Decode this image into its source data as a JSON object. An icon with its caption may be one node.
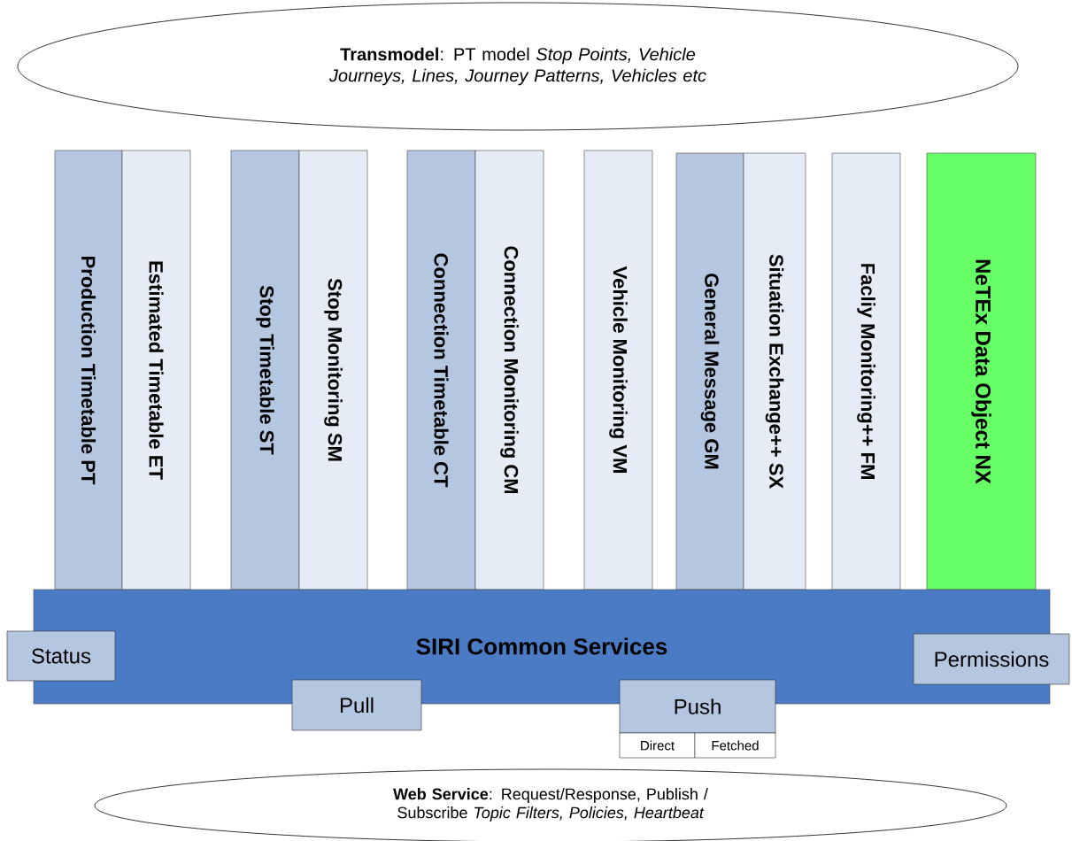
{
  "diagram": {
    "nodes": [
      {
        "text": [
          "**Transmodel**: PT model *Stop Points, Vehicle Journeys, Lines, Journey Patterns, Vehicles etc*"
        ]
      },
      {
        "text": [
          "Production Timetable PT"
        ]
      },
      {
        "text": [
          "Estimated Timetable ET"
        ]
      },
      {
        "text": [
          "Stop Timetable ST"
        ]
      },
      {
        "text": [
          "Stop Monitoring SM"
        ]
      },
      {
        "text": [
          "Connection Timetable CT"
        ]
      },
      {
        "text": [
          "Connection Monitoring CM"
        ]
      },
      {
        "text": [
          "Vehicle Monitoring VM"
        ]
      },
      {
        "text": [
          "General Message GM"
        ]
      },
      {
        "text": [
          "Situation Exchange++ SX"
        ]
      },
      {
        "text": [
          "Facliy Monitoring++ FM"
        ]
      },
      {
        "text": [
          "NeTEx Data Object NX"
        ]
      },
      {
        "text": [
          "SIRI Common Services"
        ]
      },
      {
        "text": [
          "Status"
        ]
      },
      {
        "text": [
          "Pull"
        ]
      },
      {
        "text": [
          "Push"
        ]
      },
      {
        "text": [
          "Direct"
        ]
      },
      {
        "text": [
          "Fetched"
        ]
      },
      {
        "text": [
          "Permissions"
        ]
      },
      {
        "text": [
          "**Web Service**: Request/Response, Publish / Subscribe *Topic Filters, Policies, Heartbeat*"
        ]
      }
    ]
  }
}
